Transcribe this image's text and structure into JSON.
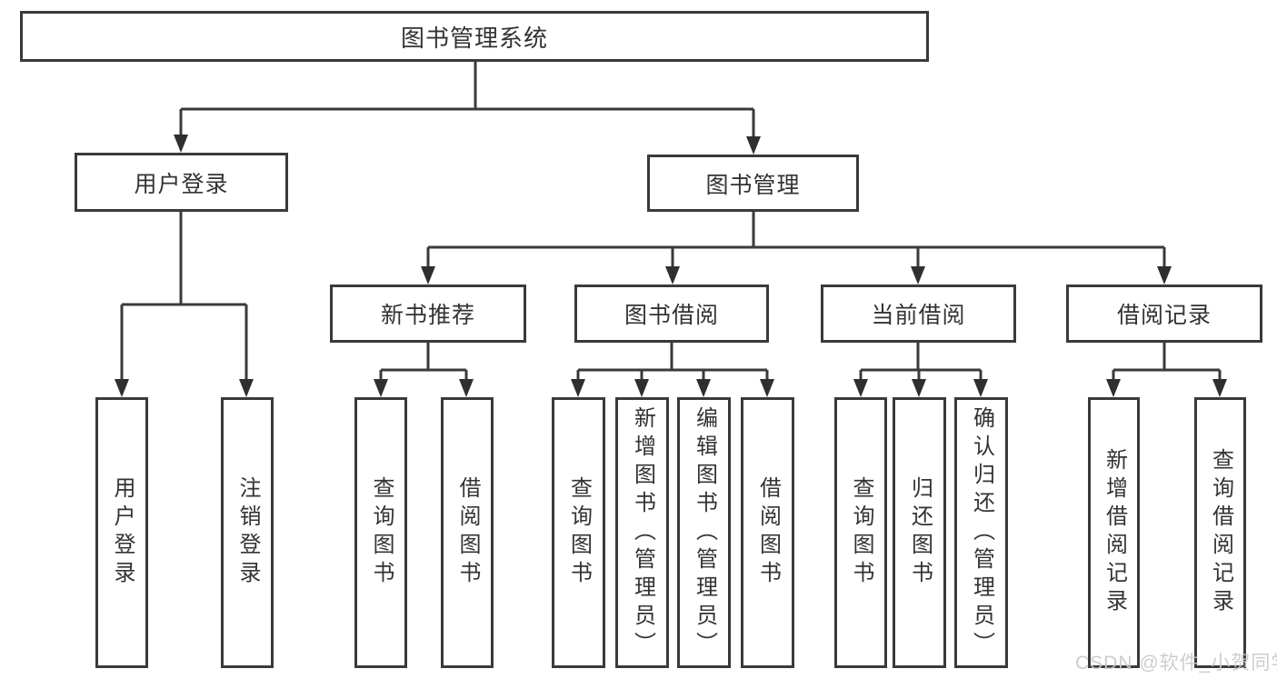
{
  "diagram": {
    "nodes": {
      "root": {
        "label": "图书管理系统"
      },
      "user_login": {
        "label": "用户登录"
      },
      "book_mgmt": {
        "label": "图书管理"
      },
      "new_book_rec": {
        "label": "新书推荐"
      },
      "book_borrow": {
        "label": "图书借阅"
      },
      "current_borrow": {
        "label": "当前借阅"
      },
      "borrow_records": {
        "label": "借阅记录"
      },
      "leaf_user_login": {
        "label": "用户登录"
      },
      "leaf_logout": {
        "label": "注销登录"
      },
      "leaf_nbr_query": {
        "label": "查询图书"
      },
      "leaf_nbr_borrow": {
        "label": "借阅图书"
      },
      "leaf_bb_query": {
        "label": "查询图书"
      },
      "leaf_bb_add": {
        "label": "新增图书（管理员）"
      },
      "leaf_bb_edit": {
        "label": "编辑图书（管理员）"
      },
      "leaf_bb_borrow": {
        "label": "借阅图书"
      },
      "leaf_cb_query": {
        "label": "查询图书"
      },
      "leaf_cb_return": {
        "label": "归还图书"
      },
      "leaf_cb_confirm": {
        "label": "确认归还（管理员）"
      },
      "leaf_br_add": {
        "label": "新增借阅记录"
      },
      "leaf_br_query": {
        "label": "查询借阅记录"
      }
    },
    "watermark": "CSDN @软件_小贺同学",
    "colors": {
      "line": "#3a3a3a",
      "text": "#333333",
      "watermark": "#c9c9c9",
      "background": "#ffffff"
    }
  }
}
